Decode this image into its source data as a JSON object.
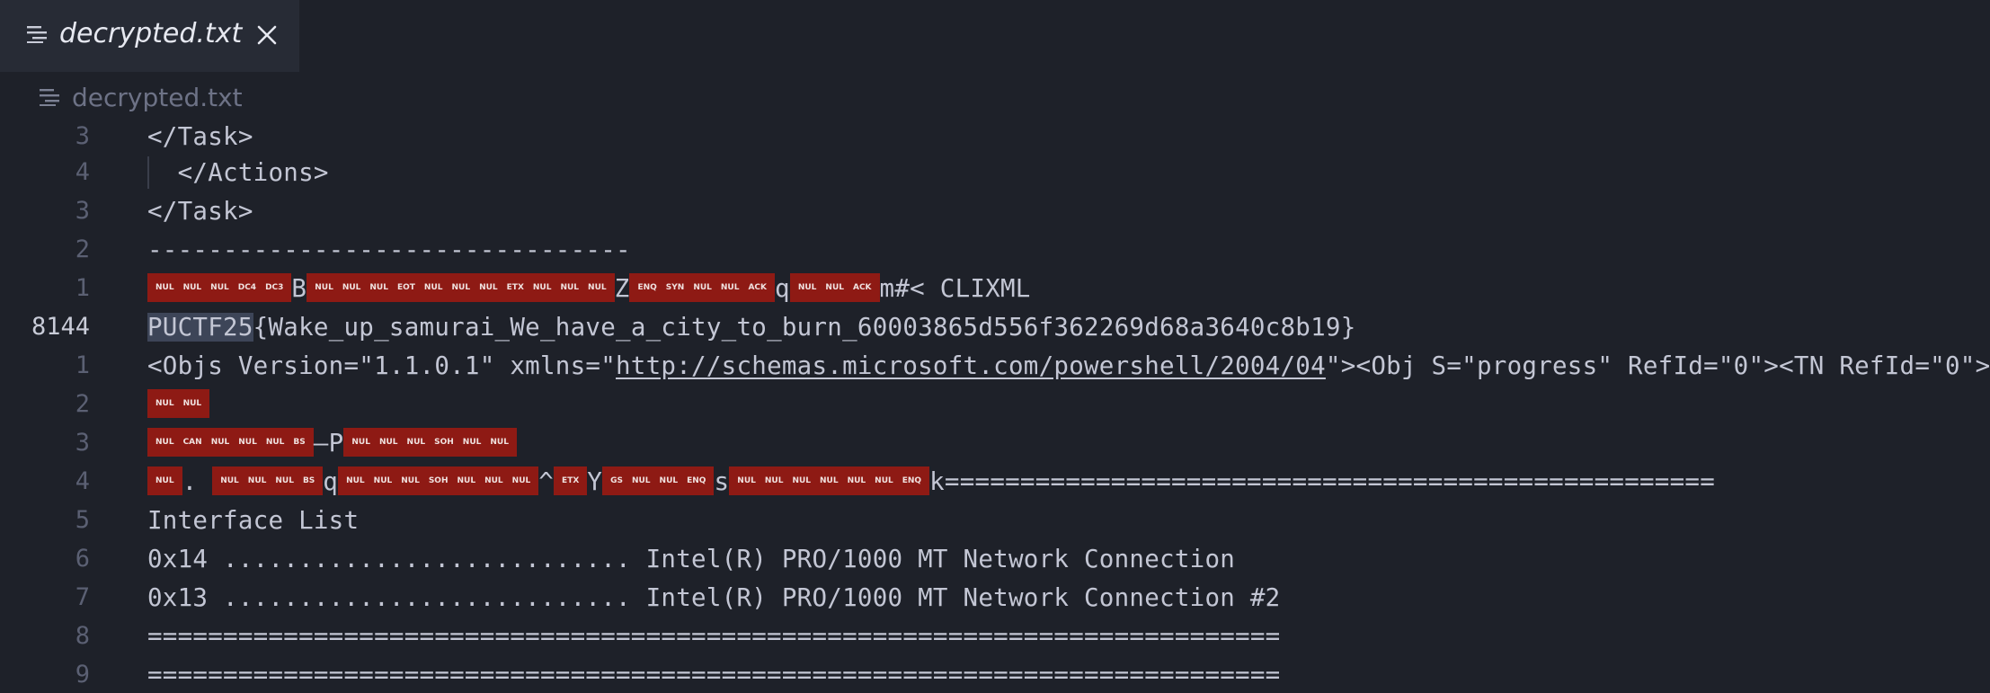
{
  "tab": {
    "title": "decrypted.txt",
    "icon": "file-lines-icon",
    "close_icon": "close-icon"
  },
  "breadcrumb": {
    "label": "decrypted.txt",
    "icon": "file-lines-icon"
  },
  "colors": {
    "background": "#1e2129",
    "tab_active": "#272b35",
    "control_char_bg": "#8e1a14",
    "selection": "#3d4558"
  },
  "lines": [
    {
      "num": "3",
      "text": "</Task>"
    },
    {
      "num": "4",
      "text": "  </Actions>"
    },
    {
      "num": "3",
      "text": "</Task>"
    },
    {
      "num": "2",
      "text": "--------------------------------"
    },
    {
      "num": "1",
      "c1": [
        "NUL",
        "NUL",
        "NUL",
        "DC4",
        "DC3"
      ],
      "t1": "B",
      "c2": [
        "NUL",
        "NUL",
        "NUL",
        "EOT",
        "NUL",
        "NUL",
        "NUL",
        "ETX",
        "NUL",
        "NUL",
        "NUL"
      ],
      "t2": "Z",
      "c3": [
        "ENQ",
        "SYN",
        "NUL",
        "NUL",
        "ACK"
      ],
      "t3": "q",
      "c4": [
        "NUL",
        "NUL",
        "ACK"
      ],
      "t4": "m#< CLIXML"
    },
    {
      "num": "8144",
      "hl": "PUCTF25",
      "text": "{Wake_up_samurai_We_have_a_city_to_burn_60003865d556f362269d68a3640c8b19}"
    },
    {
      "num": "1",
      "pre": "<Objs Version=\"1.1.0.1\" xmlns=\"",
      "link": "http://schemas.microsoft.com/powershell/2004/04",
      "post": "\"><Obj S=\"progress\" RefId=\"0\"><TN RefId=\"0\">"
    },
    {
      "num": "2",
      "c1": [
        "NUL",
        "NUL"
      ]
    },
    {
      "num": "3",
      "c1": [
        "NUL",
        "CAN",
        "NUL",
        "NUL",
        "NUL",
        "BS"
      ],
      "t1": "—P",
      "c2": [
        "NUL",
        "NUL",
        "NUL",
        "SOH",
        "NUL",
        "NUL"
      ]
    },
    {
      "num": "4",
      "c1": [
        "NUL"
      ],
      "t1": ". ",
      "c2": [
        "NUL",
        "NUL",
        "NUL",
        "BS"
      ],
      "t2": "q",
      "c3": [
        "NUL",
        "NUL",
        "NUL",
        "SOH",
        "NUL",
        "NUL",
        "NUL"
      ],
      "t3": "^",
      "c4": [
        "ETX"
      ],
      "t4": "Y",
      "c5": [
        "GS",
        "NUL",
        "NUL",
        "ENQ"
      ],
      "t5": "s",
      "c6": [
        "NUL",
        "NUL",
        "NUL",
        "NUL",
        "NUL",
        "NUL",
        "ENQ"
      ],
      "t6": "k==================================================="
    },
    {
      "num": "5",
      "text": "Interface List"
    },
    {
      "num": "6",
      "text": "0x14 ........................... Intel(R) PRO/1000 MT Network Connection"
    },
    {
      "num": "7",
      "text": "0x13 ........................... Intel(R) PRO/1000 MT Network Connection #2"
    },
    {
      "num": "8",
      "text": "==========================================================================="
    },
    {
      "num": "9",
      "text": "==========================================================================="
    }
  ]
}
